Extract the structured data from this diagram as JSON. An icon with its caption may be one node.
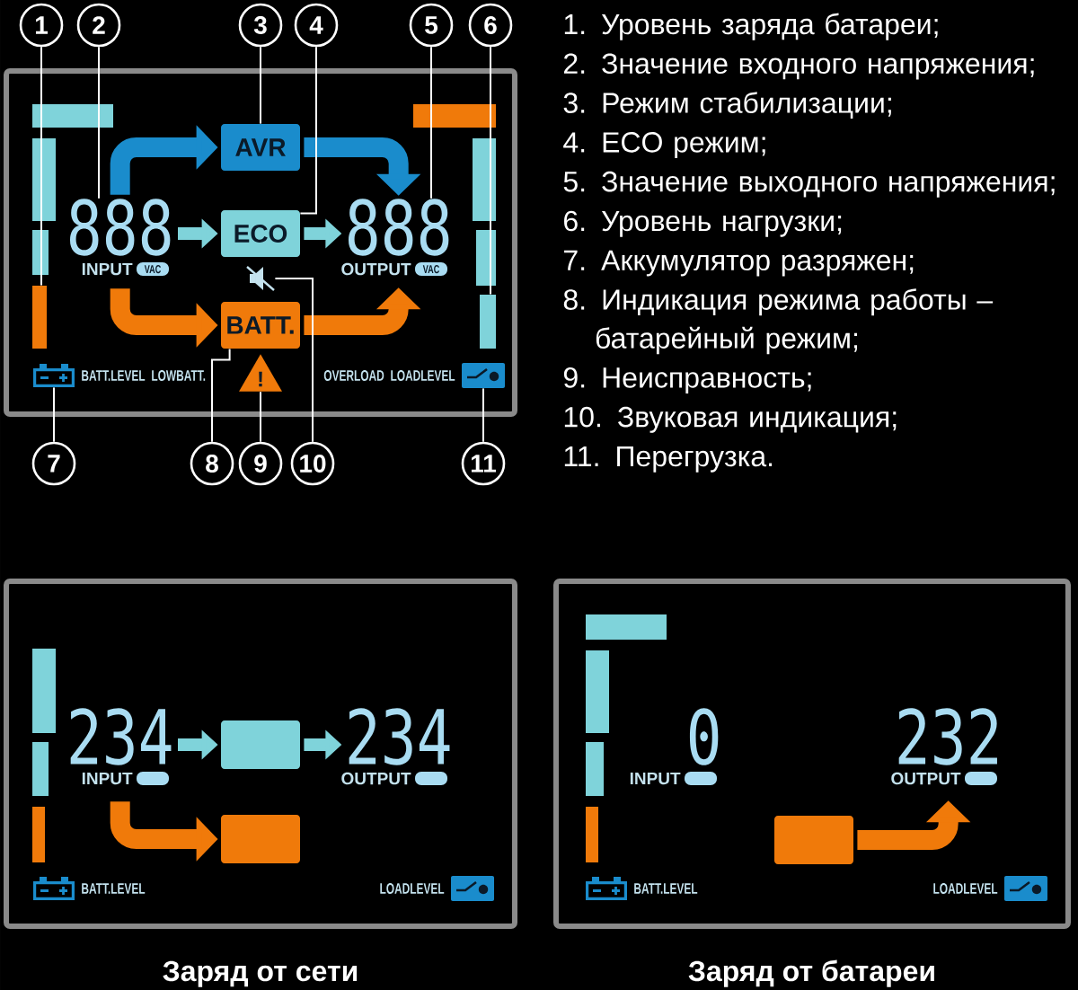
{
  "diagram": {
    "nodes": [
      {
        "text": [
          "1"
        ]
      },
      {
        "text": [
          "2"
        ]
      },
      {
        "text": [
          "3"
        ]
      },
      {
        "text": [
          "4"
        ]
      },
      {
        "text": [
          "5"
        ]
      },
      {
        "text": [
          "6"
        ]
      },
      {
        "text": [],
        "shape": "box"
      },
      {
        "text": [],
        "shape": "bar",
        "in": 6
      },
      {
        "text": [
          "888"
        ],
        "beside": [
          "INPUT",
          "VAC"
        ],
        "in": 6
      },
      {
        "text": [
          "AVR"
        ],
        "in": 6
      },
      {
        "text": [
          "ECO"
        ],
        "in": 6
      },
      {
        "text": [
          "888"
        ],
        "beside": [
          "OUTPUT",
          "VAC"
        ],
        "in": 6
      },
      {
        "text": [],
        "shape": "bar",
        "in": 6
      },
      {
        "text": [],
        "shape": "picture",
        "in": 6
      },
      {
        "text": [
          "BATT."
        ],
        "in": 6
      },
      {
        "text": [],
        "shape": "picture",
        "beside": [
          "BATT.LEVEL",
          "LOWBATT."
        ],
        "in": 6
      },
      {
        "text": [
          "!"
        ],
        "in": 6
      },
      {
        "text": [],
        "shape": "picture",
        "beside": [
          "OVERLOAD",
          "LOADLEVEL"
        ],
        "in": 6
      },
      {
        "text": [
          "7"
        ]
      },
      {
        "text": [
          "8"
        ]
      },
      {
        "text": [
          "9"
        ]
      },
      {
        "text": [
          "10"
        ]
      },
      {
        "text": [
          "11"
        ]
      },
      {
        "text": [],
        "shape": "box",
        "beside": [
          "Заряд от сети"
        ]
      },
      {
        "text": [
          "234"
        ],
        "beside": [
          "INPUT"
        ],
        "in": 23
      },
      {
        "text": [],
        "shape": "box",
        "in": 23
      },
      {
        "text": [
          "234"
        ],
        "beside": [
          "OUTPUT"
        ],
        "in": 23
      },
      {
        "text": [],
        "shape": "box",
        "in": 23
      },
      {
        "text": [],
        "shape": "picture",
        "beside": [
          "BATT.LEVEL"
        ],
        "in": 23
      },
      {
        "text": [],
        "shape": "picture",
        "beside": [
          "LOADLEVEL"
        ],
        "in": 23
      },
      {
        "text": [],
        "shape": "box",
        "beside": [
          "Заряд от батареи"
        ]
      },
      {
        "text": [
          "0"
        ],
        "beside": [
          "INPUT"
        ],
        "in": 30
      },
      {
        "text": [
          "232"
        ],
        "beside": [
          "OUTPUT"
        ],
        "in": 30
      },
      {
        "text": [],
        "shape": "box",
        "in": 30
      },
      {
        "text": [],
        "shape": "picture",
        "beside": [
          "BATT.LEVEL"
        ],
        "in": 30
      },
      {
        "text": [],
        "shape": "picture",
        "beside": [
          "LOADLEVEL"
        ],
        "in": 30
      },
      {
        "text": [],
        "shape": "bar",
        "in": 6
      },
      {
        "text": [],
        "shape": "bar",
        "in": 6
      },
      {
        "text": [],
        "shape": "bar",
        "in": 6
      },
      {
        "text": [],
        "shape": "bar",
        "in": 6
      },
      {
        "text": [],
        "shape": "bar",
        "in": 6
      },
      {
        "text": [],
        "shape": "bar",
        "in": 6
      },
      {
        "text": [],
        "shape": "bar",
        "in": 23
      },
      {
        "text": [],
        "shape": "bar",
        "in": 23
      },
      {
        "text": [],
        "shape": "bar",
        "in": 23
      },
      {
        "text": [],
        "shape": "bar",
        "in": 30
      },
      {
        "text": [],
        "shape": "bar",
        "in": 30
      },
      {
        "text": [],
        "shape": "bar",
        "in": 30
      },
      {
        "text": [],
        "shape": "bar",
        "in": 30
      }
    ],
    "edges": [
      {
        "from": 0,
        "to": 7,
        "arrow": "none"
      },
      {
        "from": 1,
        "to": 8,
        "arrow": "none"
      },
      {
        "from": 2,
        "to": 9,
        "arrow": "none"
      },
      {
        "from": 3,
        "to": 10,
        "arrow": "none"
      },
      {
        "from": 4,
        "to": 11,
        "arrow": "none"
      },
      {
        "from": 5,
        "to": 12,
        "arrow": "none"
      },
      {
        "from": 18,
        "to": 15,
        "arrow": "none"
      },
      {
        "from": 19,
        "to": 14,
        "arrow": "none"
      },
      {
        "from": 20,
        "to": 16,
        "arrow": "none"
      },
      {
        "from": 21,
        "to": 13,
        "arrow": "none"
      },
      {
        "from": 22,
        "to": 17,
        "arrow": "none"
      },
      {
        "from": 8,
        "to": 9,
        "arrow": "to",
        "style": "thick",
        "color": "#1a8ccc"
      },
      {
        "from": 9,
        "to": 11,
        "arrow": "to",
        "style": "thick",
        "color": "#1a8ccc"
      },
      {
        "from": 8,
        "to": 10,
        "arrow": "to",
        "style": "thick",
        "color": "#7fd3da"
      },
      {
        "from": 10,
        "to": 11,
        "arrow": "to",
        "style": "thick",
        "color": "#7fd3da"
      },
      {
        "from": 8,
        "to": 14,
        "arrow": "to",
        "style": "thick",
        "color": "#f07a0a"
      },
      {
        "from": 14,
        "to": 11,
        "arrow": "to",
        "style": "thick",
        "color": "#f07a0a"
      },
      {
        "from": 24,
        "to": 25,
        "arrow": "to",
        "style": "thick",
        "color": "#7fd3da"
      },
      {
        "from": 25,
        "to": 26,
        "arrow": "to",
        "style": "thick",
        "color": "#7fd3da"
      },
      {
        "from": 24,
        "to": 27,
        "arrow": "to",
        "style": "thick",
        "color": "#f07a0a"
      },
      {
        "from": 33,
        "to": 32,
        "arrow": "to",
        "style": "thick",
        "color": "#f07a0a"
      }
    ],
    "labels": [
      "1. Уровень заряда батареи;",
      "2. Значение входного напряжения;",
      "3. Режим стабилизации;",
      "4. ECO режим;",
      "5. Значение выходного напряжения;",
      "6. Уровень нагрузки;",
      "7. Аккумулятор разряжен;",
      "8. Индикация режима работы – батарейный режим;",
      "9. Неисправность;",
      "10. Звуковая индикация;",
      "11. Перегрузка."
    ]
  }
}
